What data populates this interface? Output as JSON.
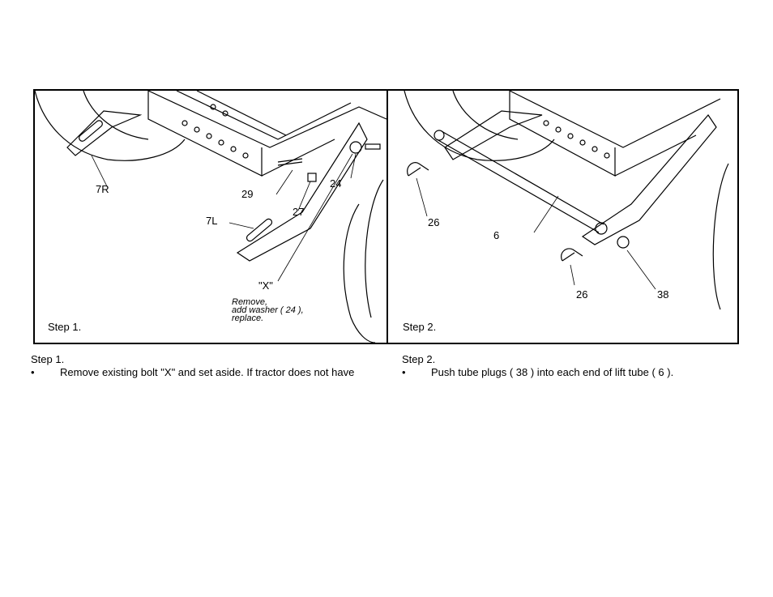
{
  "step1": {
    "panel_label": "Step 1.",
    "callouts": {
      "c7R": "7R",
      "c29": "29",
      "c24": "24",
      "c27": "27",
      "c7L": "7L",
      "cX": "\"X\""
    },
    "note": "Remove,\nadd washer ( 24 ),\nreplace.",
    "heading": "Step 1.",
    "bullet": "•",
    "instruction": "Remove existing bolt \"X\" and set aside. If tractor does not have"
  },
  "step2": {
    "panel_label": "Step 2.",
    "callouts": {
      "c26a": "26",
      "c6": "6",
      "c26b": "26",
      "c38": "38"
    },
    "heading": "Step 2.",
    "bullet": "•",
    "instruction": "Push tube plugs ( 38 ) into each end of lift tube ( 6 )."
  }
}
